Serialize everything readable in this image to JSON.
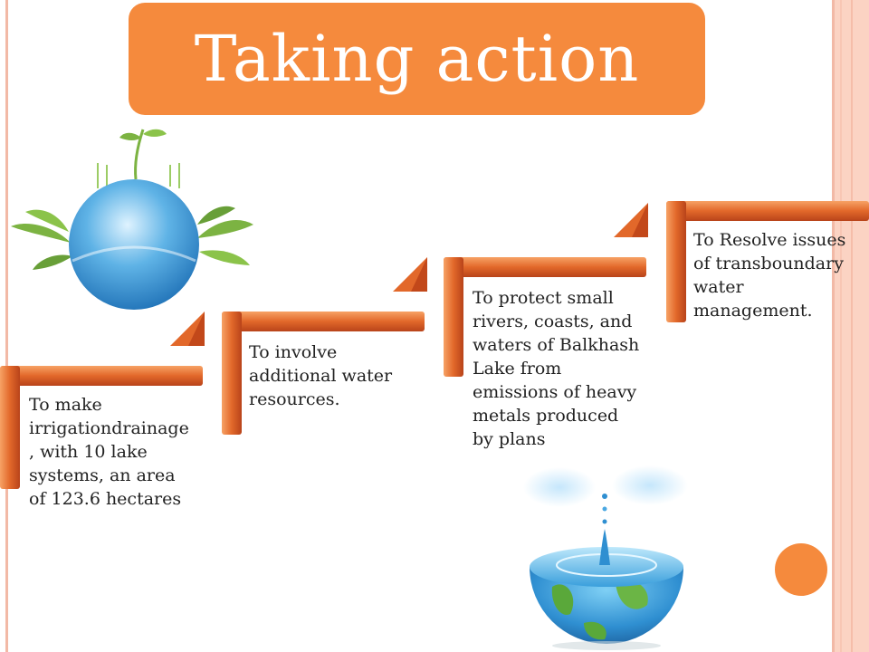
{
  "title": "Taking action",
  "steps": [
    {
      "text": "To make irrigationdrainage , with 10 lake systems, an area of 123.6 hectares"
    },
    {
      "text": "To involve additional water resources."
    },
    {
      "text": "To protect small rivers, coasts, and waters of Balkhash Lake from emissions of heavy metals produced by plans"
    },
    {
      "text": "To Resolve issues of transboundary water management."
    }
  ],
  "colors": {
    "accent": "#f58a3d",
    "bracket_dark": "#c2481a",
    "bracket_light": "#f7a265",
    "frame": "#fbd3c3"
  },
  "icons": [
    "globe-with-plant-icon",
    "water-drop-earth-icon",
    "step-arrow-icon"
  ]
}
